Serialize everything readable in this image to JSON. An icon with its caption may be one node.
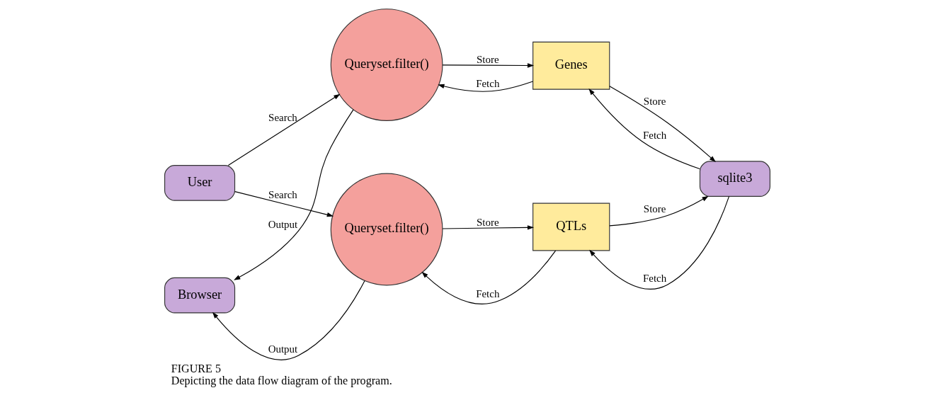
{
  "diagram": {
    "title": "FIGURE 5",
    "caption": "Depicting the data flow diagram of the program.",
    "nodes": [
      {
        "text": [
          "Queryset.filter()"
        ]
      },
      {
        "text": [
          "Genes"
        ]
      },
      {
        "text": [
          "User"
        ]
      },
      {
        "text": [
          "sqlite3"
        ]
      },
      {
        "text": [
          "Browser"
        ]
      },
      {
        "text": [
          "Queryset.filter()"
        ]
      },
      {
        "text": [
          "QTLs"
        ]
      }
    ],
    "edges": [
      {
        "from": 0,
        "to": 1,
        "arrow": "to",
        "label": "Store"
      },
      {
        "from": 1,
        "to": 0,
        "arrow": "to",
        "label": "Fetch"
      },
      {
        "from": 1,
        "to": 3,
        "arrow": "to",
        "label": "Store"
      },
      {
        "from": 3,
        "to": 1,
        "arrow": "to",
        "label": "Fetch"
      },
      {
        "from": 2,
        "to": 0,
        "arrow": "to",
        "label": "Search"
      },
      {
        "from": 2,
        "to": 5,
        "arrow": "to",
        "label": "Search"
      },
      {
        "from": 0,
        "to": 4,
        "arrow": "to",
        "label": "Output"
      },
      {
        "from": 5,
        "to": 4,
        "arrow": "to",
        "label": "Output"
      },
      {
        "from": 6,
        "to": 5,
        "arrow": "to",
        "label": "Fetch"
      },
      {
        "from": 5,
        "to": 6,
        "arrow": "to",
        "label": "Store"
      },
      {
        "from": 3,
        "to": 6,
        "arrow": "to",
        "label": "Fetch"
      },
      {
        "from": 6,
        "to": 3,
        "arrow": "to",
        "label": "Store"
      }
    ]
  }
}
